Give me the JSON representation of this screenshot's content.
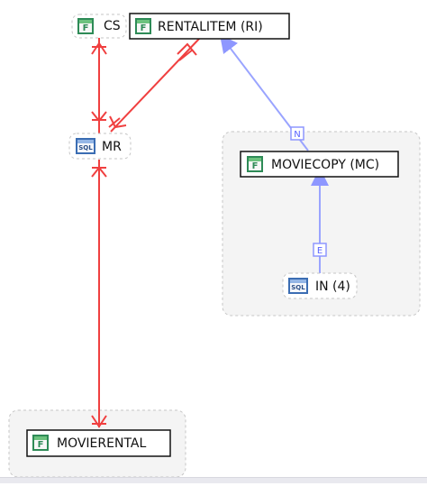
{
  "diagram": {
    "nodes": {
      "cs": {
        "label": "CS",
        "kind": "entity"
      },
      "rentalitem": {
        "label": "RENTALITEM (RI)",
        "kind": "entity"
      },
      "mr": {
        "label": "MR",
        "kind": "sql"
      },
      "moviecopy": {
        "label": "MOVIECOPY (MC)",
        "kind": "entity"
      },
      "in4": {
        "label": "IN (4)",
        "kind": "sql"
      },
      "movierental": {
        "label": "MOVIERENTAL",
        "kind": "entity"
      }
    },
    "edge_badges": {
      "rentalitem_moviecopy": "N",
      "moviecopy_in4": "E"
    },
    "icons": {
      "entity": "table-icon",
      "sql": "sql-icon"
    },
    "colors": {
      "red_link": "#f04040",
      "blue_link": "#9aa4ff",
      "group_fill": "#f4f4f4",
      "group_border": "#bdbdbd",
      "entity_icon": "#2e8b57",
      "sql_icon": "#3b6db3"
    }
  }
}
